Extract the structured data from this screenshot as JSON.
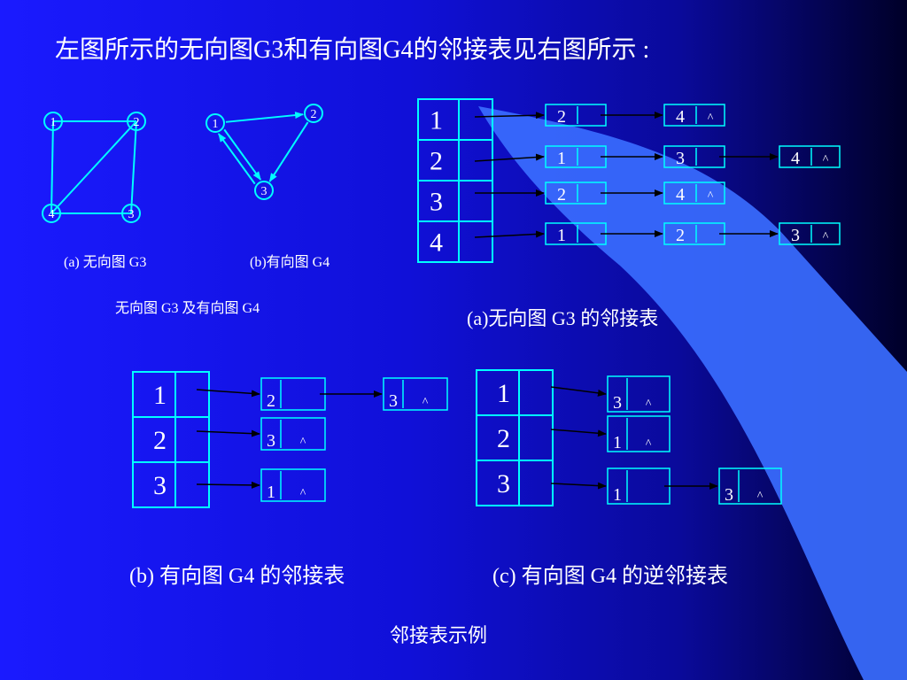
{
  "slide": {
    "title": "左图所示的无向图G3和有向图G4的邻接表见右图所示 :",
    "captions": {
      "g3_graph": "(a)  无向图 G3",
      "g4_graph": "(b)有向图 G4",
      "graphs_group": "无向图 G3 及有向图 G4",
      "g3_adjacency": "(a)无向图 G3 的邻接表",
      "g4_adjacency": "(b)  有向图 G4 的邻接表",
      "g4_inverse": "(c)  有向图 G4 的逆邻接表",
      "slide_footer": "邻接表示例"
    },
    "undirected_graph_g3": {
      "nodes": [
        "1",
        "2",
        "3",
        "4"
      ],
      "edges": [
        [
          "1",
          "2"
        ],
        [
          "1",
          "4"
        ],
        [
          "2",
          "3"
        ],
        [
          "2",
          "4"
        ],
        [
          "3",
          "4"
        ]
      ]
    },
    "directed_graph_g4": {
      "nodes": [
        "1",
        "2",
        "3"
      ],
      "arcs": [
        [
          "1",
          "2"
        ],
        [
          "1",
          "3"
        ],
        [
          "3",
          "1"
        ],
        [
          "2",
          "3"
        ]
      ]
    },
    "g3_adjacency_list": {
      "head": [
        "1",
        "2",
        "3",
        "4"
      ],
      "lists": [
        [
          "2",
          "4"
        ],
        [
          "1",
          "3",
          "4"
        ],
        [
          "2",
          "4"
        ],
        [
          "1",
          "2",
          "3"
        ]
      ]
    },
    "g4_adjacency_list": {
      "head": [
        "1",
        "2",
        "3"
      ],
      "lists": [
        [
          "2",
          "3"
        ],
        [
          "3"
        ],
        [
          "1"
        ]
      ]
    },
    "g4_inverse_adjacency_list": {
      "head": [
        "1",
        "2",
        "3"
      ],
      "lists": [
        [
          "3"
        ],
        [
          "1"
        ],
        [
          "1",
          "3"
        ]
      ]
    },
    "null_marker": "^",
    "colors": {
      "line": "#00ffff",
      "text": "#ffffff",
      "accent_curve": "#3a6cff"
    }
  }
}
